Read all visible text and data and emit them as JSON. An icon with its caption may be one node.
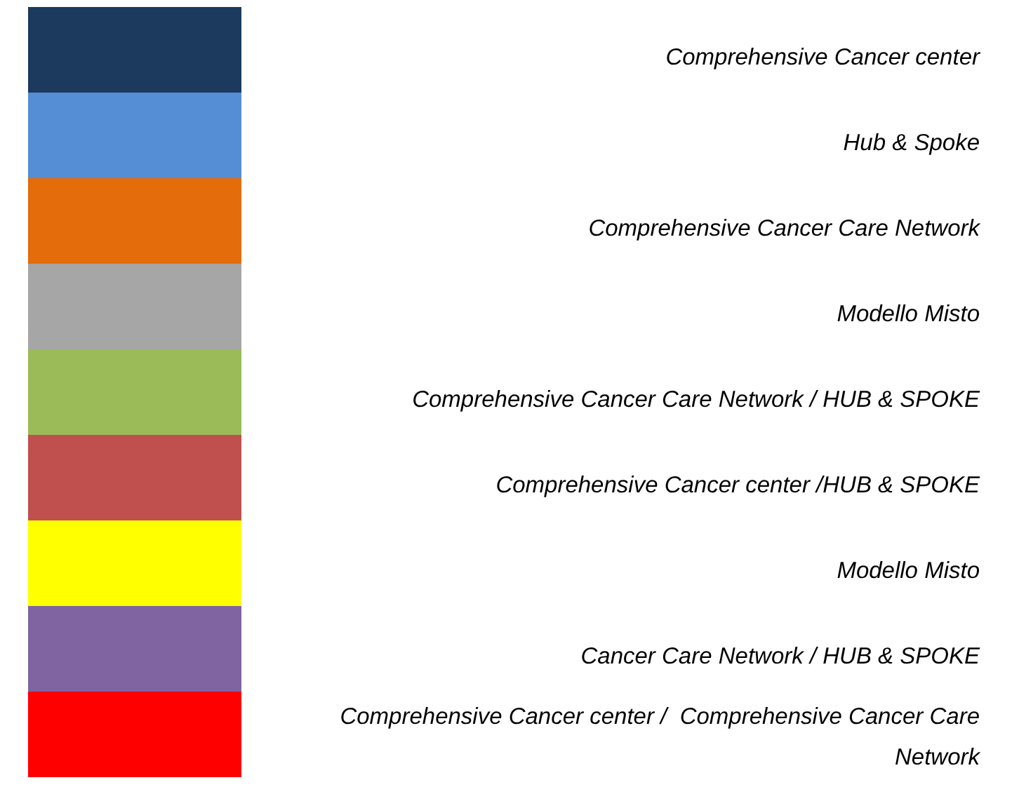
{
  "diagram": {
    "legend": [
      {
        "text": "Comprehensive Cancer center",
        "color": "#1b3a5e"
      },
      {
        "text": "Hub & Spoke",
        "color": "#558ed5"
      },
      {
        "text": "Comprehensive Cancer Care Network",
        "color": "#e46c0a"
      },
      {
        "text": "Modello Misto",
        "color": "#a6a6a6"
      },
      {
        "text": "Comprehensive Cancer Care Network / HUB & SPOKE",
        "color": "#9bbb59"
      },
      {
        "text": "Comprehensive Cancer center /HUB & SPOKE",
        "color": "#c0504d"
      },
      {
        "text": "Modello Misto",
        "color": "#ffff00"
      },
      {
        "text": "Cancer Care Network / HUB & SPOKE",
        "color": "#8064a2"
      },
      {
        "text": "Comprehensive Cancer center /  Comprehensive Cancer Care Network",
        "color": "#ff0000"
      }
    ]
  }
}
